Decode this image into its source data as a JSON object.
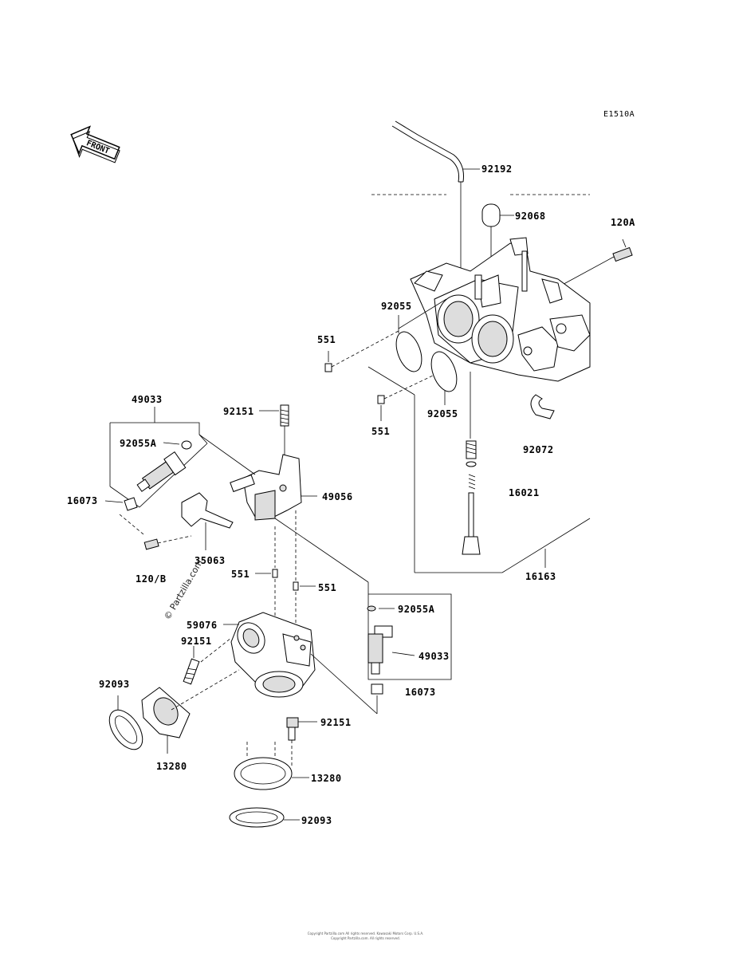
{
  "diagram_code": "E1510A",
  "front_arrow_text": "FRONT",
  "watermark": "© Partzilla.com",
  "labels": {
    "p92192": "92192",
    "p92068": "92068",
    "p120A": "120A",
    "p92055_top": "92055",
    "p551_top": "551",
    "p92055_mid": "92055",
    "p551_mid": "551",
    "p92072": "92072",
    "p16021": "16021",
    "p16163": "16163",
    "p49033_top": "49033",
    "p92055A_top": "92055A",
    "p16073_left": "16073",
    "p92151_top": "92151",
    "p49056": "49056",
    "p35063": "35063",
    "p120B": "120/B",
    "p551_left": "551",
    "p551_right": "551",
    "p92055A_right": "92055A",
    "p59076": "59076",
    "p92151_left": "92151",
    "p49033_right": "49033",
    "p16073_right": "16073",
    "p92093_left": "92093",
    "p13280_left": "13280",
    "p92151_bottom": "92151",
    "p13280_right": "13280",
    "p92093_bottom": "92093"
  },
  "footer_lines": [
    "Copyright Partzilla.com All rights reserved. Kawasaki Motors Corp. U.S.A.",
    "Copyright Partzilla.com. All rights reserved."
  ]
}
